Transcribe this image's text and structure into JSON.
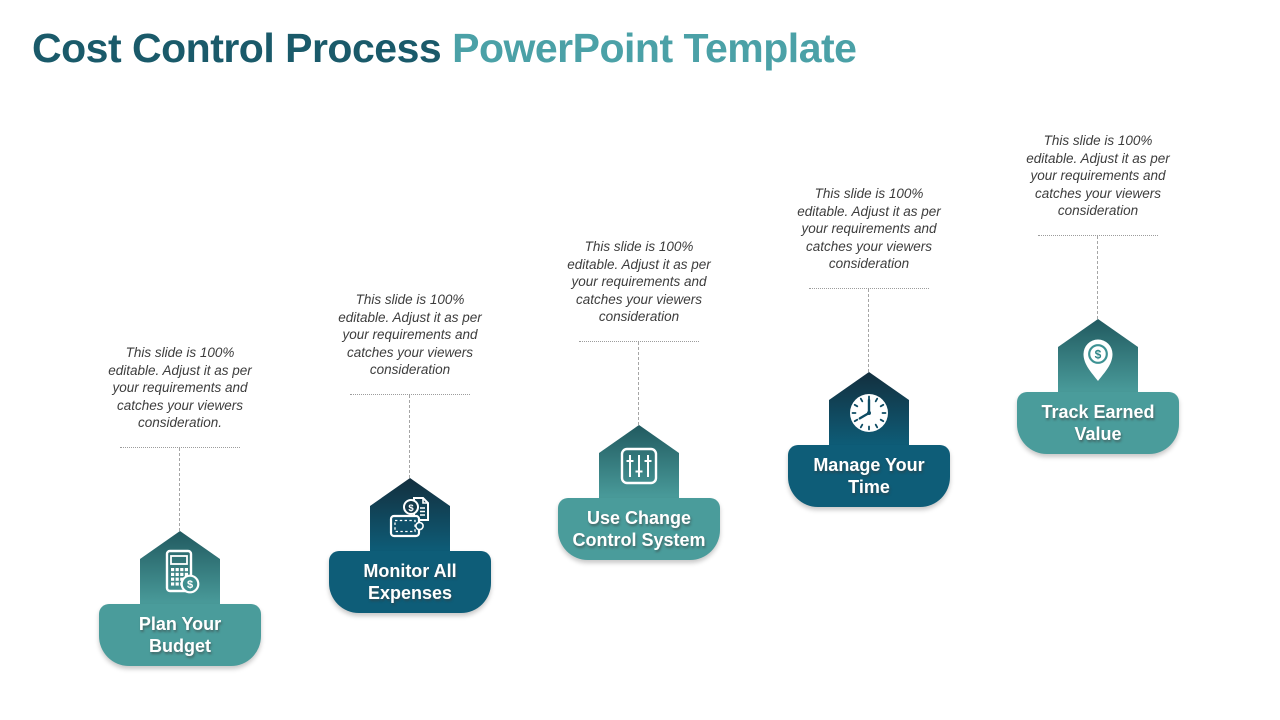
{
  "slide": {
    "title_part1": "Cost Control Process ",
    "title_part2": "PowerPoint Template"
  },
  "colors": {
    "title_dark": "#1a5a6a",
    "title_light": "#4ba1a7",
    "teal_light_bar": "#4a9c9b",
    "teal_dark_bar": "#0e5d78",
    "pentagon_gradient_light_top": "#215a60",
    "pentagon_gradient_dark_top": "#132f3e",
    "description_text": "#3d3d3d",
    "connector_line": "#9c9c9c",
    "background": "#ffffff"
  },
  "steps": [
    {
      "id": 1,
      "variant": "light",
      "icon": "calculator-coin-icon",
      "desc": "This slide is 100%\neditable. Adjust it as per\nyour requirements and\ncatches your viewers\nconsideration.",
      "label_line1": "Plan Your",
      "label_line2": "Budget"
    },
    {
      "id": 2,
      "variant": "dark",
      "icon": "wallet-expenses-icon",
      "desc": "This slide is 100%\neditable. Adjust it as per\nyour requirements and\ncatches your viewers\nconsideration",
      "label_line1": "Monitor All",
      "label_line2": "Expenses"
    },
    {
      "id": 3,
      "variant": "light",
      "icon": "sliders-icon",
      "desc": "This slide is 100%\neditable. Adjust it as per\nyour requirements and\ncatches your viewers\nconsideration",
      "label_line1": "Use Change",
      "label_line2": "Control System"
    },
    {
      "id": 4,
      "variant": "dark",
      "icon": "clock-icon",
      "desc": "This slide is 100%\neditable. Adjust it as per\nyour requirements and\ncatches your viewers\nconsideration",
      "label_line1": "Manage Your",
      "label_line2": "Time"
    },
    {
      "id": 5,
      "variant": "light",
      "icon": "money-location-pin-icon",
      "desc": "This slide is 100%\neditable. Adjust it as per\nyour requirements and\ncatches your viewers\nconsideration",
      "label_line1": "Track Earned",
      "label_line2": "Value"
    }
  ]
}
